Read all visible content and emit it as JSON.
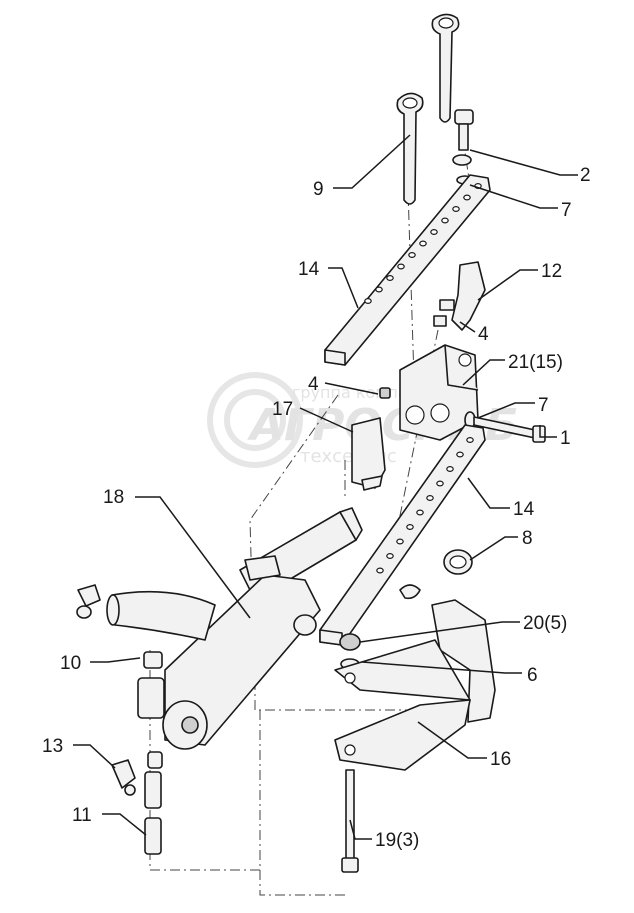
{
  "watermark": {
    "top": "группа компаний",
    "main": "АГРОСНАБ",
    "bottom": "техсервис"
  },
  "callouts": [
    {
      "id": "c2",
      "text": "2"
    },
    {
      "id": "c7a",
      "text": "7"
    },
    {
      "id": "c9",
      "text": "9"
    },
    {
      "id": "c14a",
      "text": "14"
    },
    {
      "id": "c12",
      "text": "12"
    },
    {
      "id": "c4a",
      "text": "4"
    },
    {
      "id": "c21",
      "text": "21(15)"
    },
    {
      "id": "c4b",
      "text": "4"
    },
    {
      "id": "c7b",
      "text": "7"
    },
    {
      "id": "c17",
      "text": "17"
    },
    {
      "id": "c1",
      "text": "1"
    },
    {
      "id": "c18",
      "text": "18"
    },
    {
      "id": "c14b",
      "text": "14"
    },
    {
      "id": "c8",
      "text": "8"
    },
    {
      "id": "c20",
      "text": "20(5)"
    },
    {
      "id": "c10",
      "text": "10"
    },
    {
      "id": "c6",
      "text": "6"
    },
    {
      "id": "c13",
      "text": "13"
    },
    {
      "id": "c16",
      "text": "16"
    },
    {
      "id": "c11",
      "text": "11"
    },
    {
      "id": "c19",
      "text": "19(3)"
    }
  ]
}
